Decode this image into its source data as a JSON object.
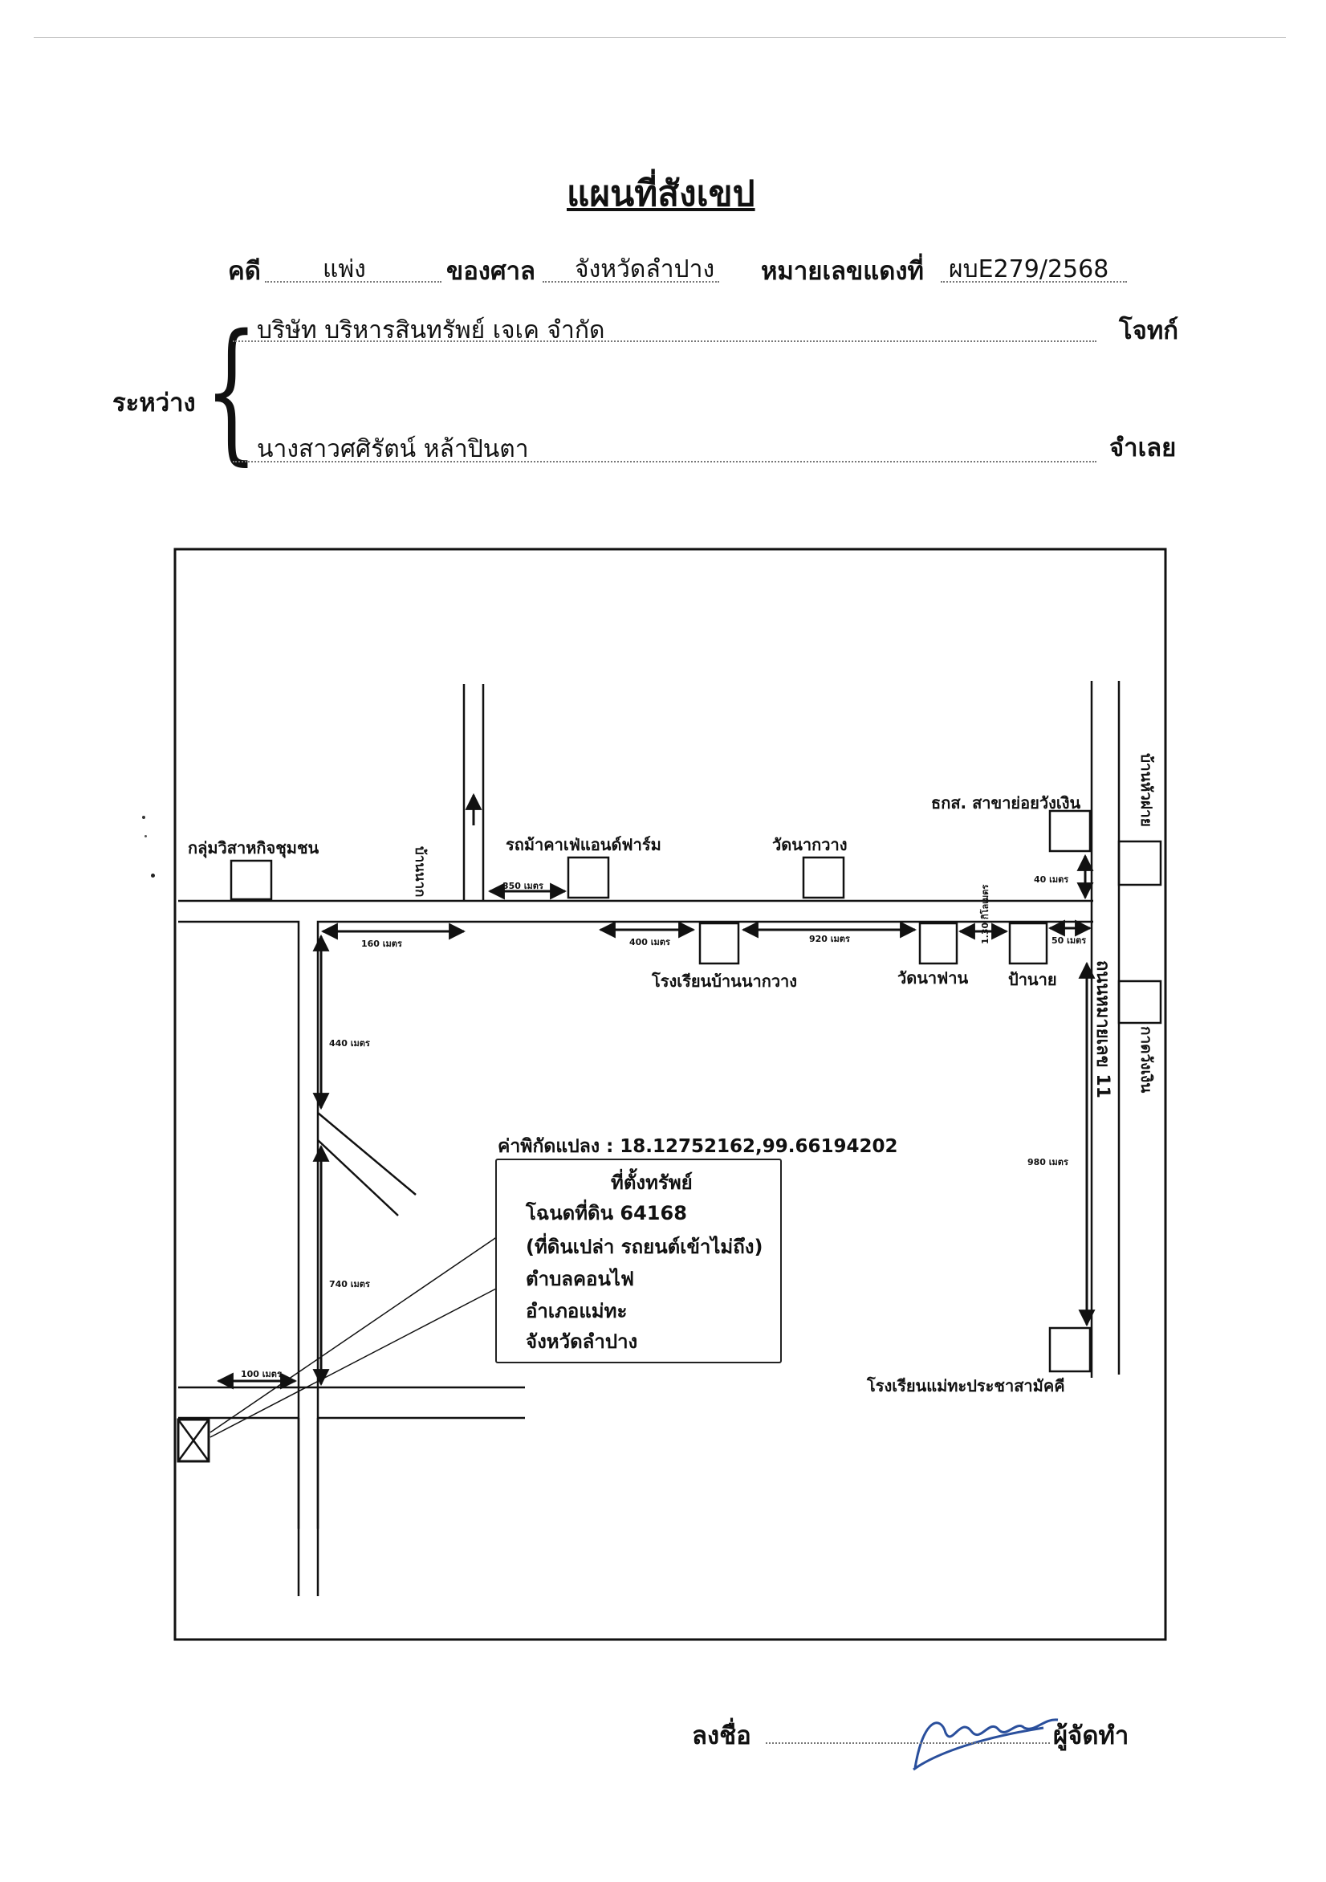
{
  "header": {
    "title": "แผนที่สังเขป",
    "case_label": "คดี",
    "case_type": "แพ่ง",
    "court_label": "ของศาล",
    "court": "จังหวัดลำปาง",
    "red_no_label": "หมายเลขแดงที่",
    "red_no": "ผบE279/2568",
    "between_label": "ระหว่าง",
    "plaintiff": "บริษัท บริหารสินทรัพย์ เจเค จำกัด",
    "plaintiff_role": "โจทก์",
    "defendant": "นางสาวศศิรัตน์ หล้าปินตา",
    "defendant_role": "จำเลย"
  },
  "map": {
    "places": {
      "community_group": "กลุ่มวิสาหกิจชุมชน",
      "cafe_farm": "รถม้าคาเฟ่แอนด์ฟาร์ม",
      "wat_nakwang": "วัดนากวาง",
      "baac": "ธกส. สาขาย่อยวังเงิน",
      "school_ban_nakwang": "โรงเรียนบ้านนากวาง",
      "wat_nafan": "วัดนาฟาน",
      "pa_nai": "ป้านาย",
      "school_maetha": "โรงเรียนแม่ทะประชาสามัคคี",
      "road_side_top": "บ้านนาก",
      "road_right_top": "บ้านหัวฝาย",
      "road_right_bottom": "กาดวังเงิน",
      "highway": "ถนนหมายเลข 11"
    },
    "distances": {
      "d350": "350 เมตร",
      "d40": "40 เมตร",
      "d160": "160 เมตร",
      "d400": "400 เมตร",
      "d920": "920 เมตร",
      "d50": "50 เมตร",
      "d130km": "1.30 กิโลเมตร",
      "d440": "440 เมตร",
      "d980": "980 เมตร",
      "d740": "740 เมตร",
      "d100": "100 เมตร"
    },
    "coordinates": "ค่าพิกัดแปลง : 18.12752162,99.66194202",
    "info": {
      "heading": "ที่ตั้งทรัพย์",
      "deed": "โฉนดที่ดิน 64168",
      "note": "(ที่ดินเปล่า รถยนต์เข้าไม่ถึง)",
      "subdistrict": "ตำบลคอนไฟ",
      "district": "อำเภอแม่ทะ",
      "province": "จังหวัดลำปาง"
    }
  },
  "footer": {
    "sign_label": "ลงชื่อ",
    "preparer_label": "ผู้จัดทำ"
  }
}
